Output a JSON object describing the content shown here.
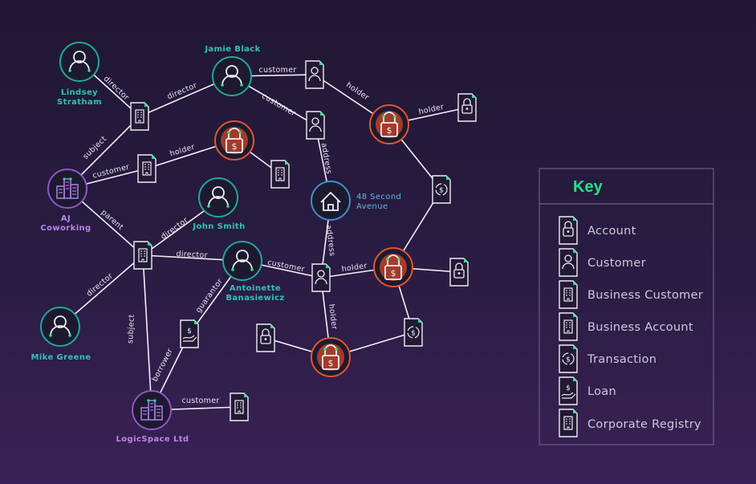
{
  "colors": {
    "customer": "#1fa89a",
    "account": "#e4552c",
    "company": "#8e57c9",
    "address": "#3d8fcc",
    "key_title": "#27e08a",
    "edge": "#f2eef8"
  },
  "nodes": {
    "lindsey": {
      "name": [
        "Lindsey",
        "Stratham"
      ],
      "icon": "person-icon"
    },
    "jamie": {
      "name": [
        "Jamie Black"
      ],
      "icon": "person-icon"
    },
    "aj": {
      "name": [
        "AJ",
        "Coworking"
      ],
      "icon": "building-icon"
    },
    "john": {
      "name": [
        "John Smith"
      ],
      "icon": "person-icon"
    },
    "antoinette": {
      "name": [
        "Antoinette",
        "Banasiewicz"
      ],
      "icon": "person-icon"
    },
    "mike": {
      "name": [
        "Mike Greene"
      ],
      "icon": "person-icon"
    },
    "logicspace": {
      "name": [
        "LogicSpace Ltd"
      ],
      "icon": "building-icon"
    },
    "address": {
      "name": [
        "48 Second",
        "Avenue"
      ],
      "icon": "house-icon"
    },
    "lock1": {
      "icon": "lock-icon"
    },
    "lock2": {
      "icon": "lock-icon"
    },
    "lock3": {
      "icon": "lock-icon"
    },
    "lock4": {
      "icon": "lock-icon"
    }
  },
  "edge_labels": {
    "e1": "director",
    "e2": "director",
    "e3": "subject",
    "e4": "customer",
    "e5": "customer",
    "e6": "customer",
    "e7": "holder",
    "e8": "holder",
    "e9": "holder",
    "e10": "address",
    "e11": "parent",
    "e12": "director",
    "e13": "director",
    "e14": "director",
    "e15": "customer",
    "e16": "guarantor",
    "e17": "address",
    "e18": "holder",
    "e19": "holder",
    "e20": "subject",
    "e21": "borrower",
    "e22": "customer"
  },
  "key": {
    "title": "Key",
    "items": [
      {
        "label": "Account",
        "icon": "account-icon"
      },
      {
        "label": "Customer",
        "icon": "customer-icon"
      },
      {
        "label": "Business Customer",
        "icon": "business-customer-icon"
      },
      {
        "label": "Business Account",
        "icon": "business-account-icon"
      },
      {
        "label": "Transaction",
        "icon": "transaction-icon"
      },
      {
        "label": "Loan",
        "icon": "loan-icon"
      },
      {
        "label": "Corporate Registry",
        "icon": "corporate-registry-icon"
      }
    ]
  }
}
